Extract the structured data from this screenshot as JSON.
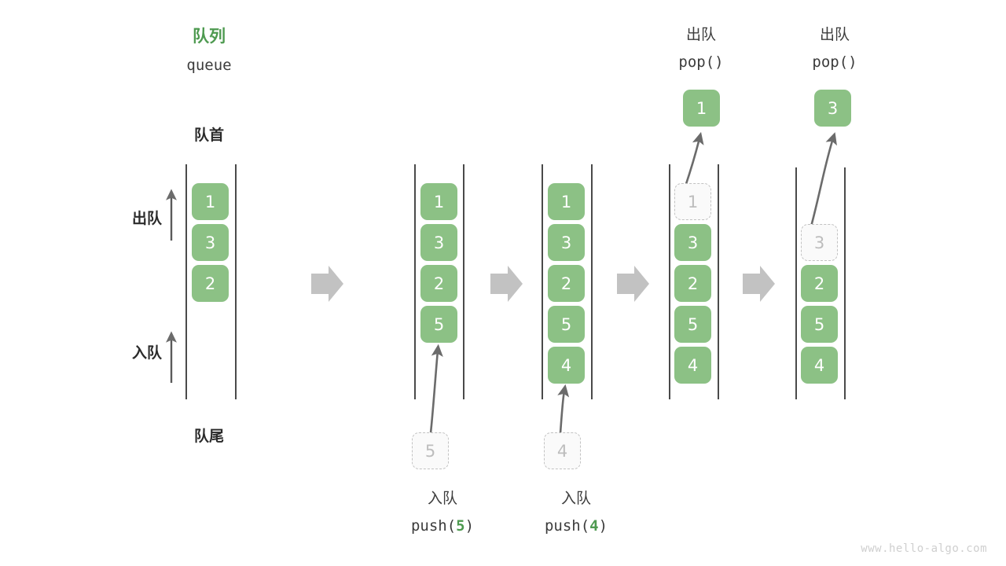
{
  "meta": {
    "watermark": "www.hello-algo.com",
    "colors": {
      "box_green": "#8cc185",
      "title_green": "#4e9a50",
      "accent_green": "#4e9a50",
      "ghost_border": "#c2c2c2",
      "ghost_text": "#bdbdbd",
      "rail": "#4a4a4a",
      "arrow_gray": "#6b6b6b",
      "flow_arrow_gray": "#c2c2c2",
      "text": "#3c3c3c"
    }
  },
  "header": {
    "title_cn": "队列",
    "title_en": "queue"
  },
  "side_labels": {
    "front": "队首",
    "rear": "队尾",
    "dequeue": "出队",
    "enqueue": "入队"
  },
  "columns": [
    {
      "id": "initial",
      "boxes": [
        {
          "value": "1",
          "state": "solid",
          "slot": 0
        },
        {
          "value": "3",
          "state": "solid",
          "slot": 1
        },
        {
          "value": "2",
          "state": "solid",
          "slot": 2
        }
      ],
      "incoming": null,
      "popped": null,
      "caption": null
    },
    {
      "id": "after-push-5",
      "boxes": [
        {
          "value": "1",
          "state": "solid",
          "slot": 0
        },
        {
          "value": "3",
          "state": "solid",
          "slot": 1
        },
        {
          "value": "2",
          "state": "solid",
          "slot": 2
        },
        {
          "value": "5",
          "state": "solid",
          "slot": 3
        }
      ],
      "incoming": {
        "value": "5",
        "state": "ghost"
      },
      "popped": null,
      "caption": {
        "cn": "入队",
        "op": "push(",
        "arg": "5",
        "op_close": ")"
      }
    },
    {
      "id": "after-push-4",
      "boxes": [
        {
          "value": "1",
          "state": "solid",
          "slot": 0
        },
        {
          "value": "3",
          "state": "solid",
          "slot": 1
        },
        {
          "value": "2",
          "state": "solid",
          "slot": 2
        },
        {
          "value": "5",
          "state": "solid",
          "slot": 3
        },
        {
          "value": "4",
          "state": "solid",
          "slot": 4
        }
      ],
      "incoming": {
        "value": "4",
        "state": "ghost"
      },
      "popped": null,
      "caption": {
        "cn": "入队",
        "op": "push(",
        "arg": "4",
        "op_close": ")"
      }
    },
    {
      "id": "after-pop-1",
      "boxes": [
        {
          "value": "1",
          "state": "ghost",
          "slot": 0
        },
        {
          "value": "3",
          "state": "solid",
          "slot": 1
        },
        {
          "value": "2",
          "state": "solid",
          "slot": 2
        },
        {
          "value": "5",
          "state": "solid",
          "slot": 3
        },
        {
          "value": "4",
          "state": "solid",
          "slot": 4
        }
      ],
      "incoming": null,
      "popped": {
        "value": "1",
        "state": "solid"
      },
      "top_caption": {
        "cn": "出队",
        "op": "pop()"
      },
      "caption": null
    },
    {
      "id": "after-pop-3",
      "boxes": [
        {
          "value": "3",
          "state": "ghost",
          "slot": 1
        },
        {
          "value": "2",
          "state": "solid",
          "slot": 2
        },
        {
          "value": "5",
          "state": "solid",
          "slot": 3
        },
        {
          "value": "4",
          "state": "solid",
          "slot": 4
        }
      ],
      "incoming": null,
      "popped": {
        "value": "3",
        "state": "solid"
      },
      "top_caption": {
        "cn": "出队",
        "op": "pop()"
      },
      "caption": null
    }
  ],
  "flow_arrows": [
    {
      "id": "flow-1-2"
    },
    {
      "id": "flow-2-3"
    },
    {
      "id": "flow-3-4"
    },
    {
      "id": "flow-4-5"
    }
  ]
}
